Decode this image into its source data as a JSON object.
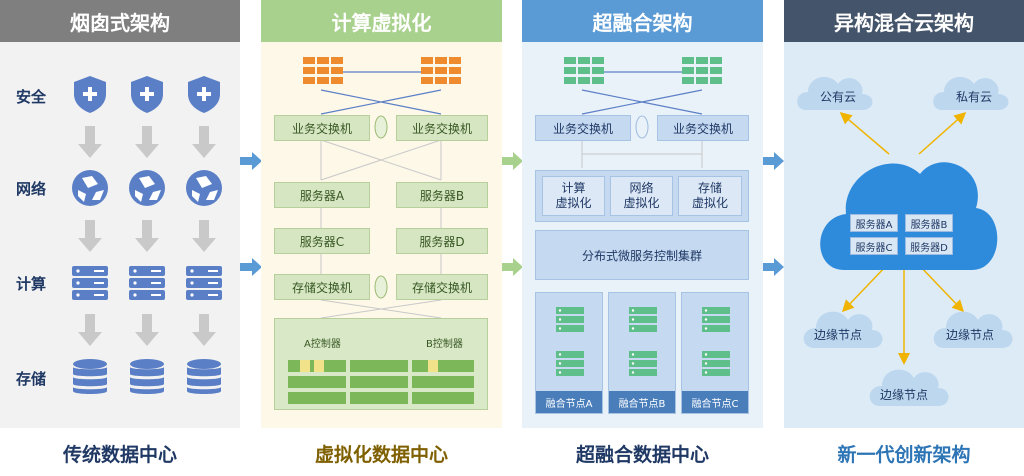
{
  "colors": {
    "gray": "#7f7f7f",
    "green": "#a9d18e",
    "blue": "#5b9bd5",
    "navy": "#44546a"
  },
  "traditional": {
    "header": "烟囱式架构",
    "footer": "传统数据中心",
    "rows": [
      "安全",
      "网络",
      "计算",
      "存储"
    ],
    "icons": [
      "shield-plus-icon",
      "network-globe-icon",
      "server-rack-icon",
      "database-icon"
    ]
  },
  "virtualized": {
    "header": "计算虚拟化",
    "footer": "虚拟化数据中心",
    "switch_left": "业务交换机",
    "switch_right": "业务交换机",
    "server_a": "服务器A",
    "server_b": "服务器B",
    "server_c": "服务器C",
    "server_d": "服务器D",
    "storage_left": "存储交换机",
    "storage_right": "存储交换机",
    "controller_a": "A控制器",
    "controller_b": "B控制器"
  },
  "hyperconverged": {
    "header": "超融合架构",
    "footer": "超融合数据中心",
    "switch_left": "业务交换机",
    "switch_right": "业务交换机",
    "virt_compute": "计算\n虚拟化",
    "virt_network": "网络\n虚拟化",
    "virt_storage": "存储\n虚拟化",
    "cluster": "分布式微服务控制集群",
    "nodes": [
      "融合节点A",
      "融合节点B",
      "融合节点C"
    ]
  },
  "hybrid": {
    "header": "异构混合云架构",
    "footer": "新一代创新架构",
    "public_cloud": "公有云",
    "private_cloud": "私有云",
    "servers": [
      "服务器A",
      "服务器B",
      "服务器C",
      "服务器D"
    ],
    "edge_left": "边缘节点",
    "edge_right": "边缘节点",
    "edge_bottom": "边缘节点"
  }
}
